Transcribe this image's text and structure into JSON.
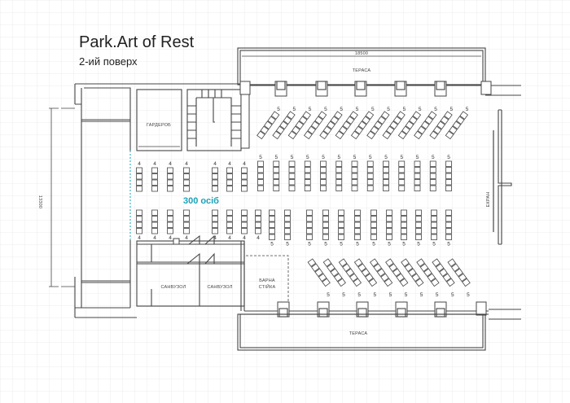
{
  "title": "Park.Art of Rest",
  "subtitle": "2-ий поверх",
  "capacity": "300 осіб",
  "rooms": {
    "wardrobe": "ГАРДЕРОБ",
    "terrace_top": "ТЕРАСА",
    "terrace_bottom": "ТЕРАСА",
    "bathroom_1": "САНВУЗОЛ",
    "bathroom_2": "САНВУЗОЛ",
    "bar_line1": "БАРНА",
    "bar_line2": "СТІЙКА",
    "screen": "ЕКРАН"
  },
  "dimensions": {
    "width": "18500",
    "height": "13300"
  },
  "colors": {
    "accent": "#1aa3b8",
    "wall": "#444444",
    "grid": "#e6e6e6"
  },
  "seating": {
    "left_top": [
      4,
      4,
      4,
      4
    ],
    "left_bottom": [
      4,
      4,
      4,
      4
    ],
    "mid_top": [
      4,
      4,
      4
    ],
    "mid_bottom": [
      4,
      4,
      4,
      4
    ],
    "center_top": [
      5,
      5,
      5,
      5,
      5,
      5,
      5,
      5,
      5,
      5,
      5,
      5,
      5
    ],
    "center_bottom": [
      5,
      5,
      5,
      5,
      5,
      5,
      5,
      5,
      5,
      5,
      5,
      5
    ],
    "angled_top": [
      5,
      5,
      5,
      5,
      5,
      5,
      5,
      5,
      5,
      5,
      5,
      5,
      5
    ],
    "angled_bottom": [
      5,
      5,
      5,
      5,
      5,
      5,
      5,
      5,
      5,
      5
    ]
  }
}
